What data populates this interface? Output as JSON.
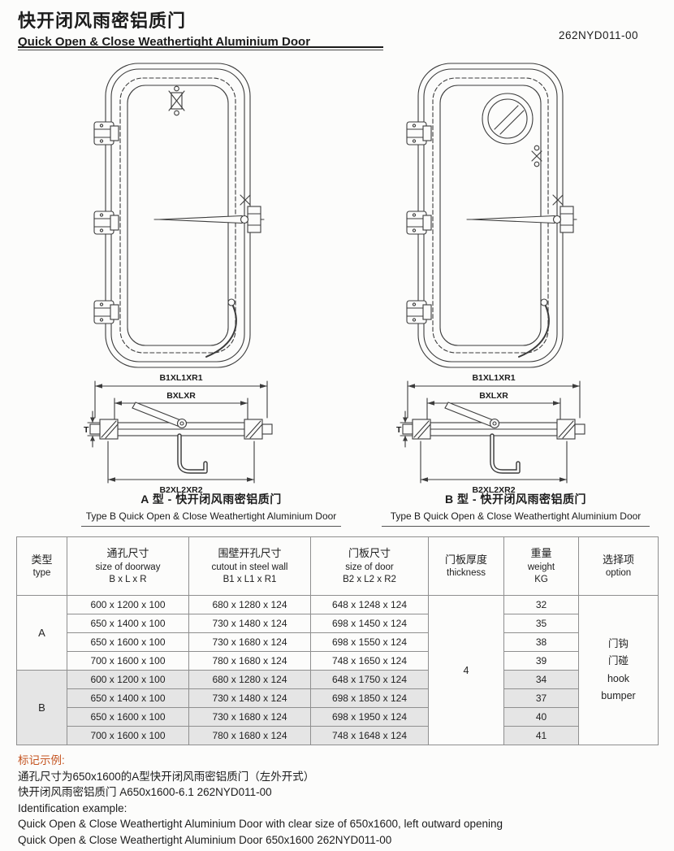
{
  "colors": {
    "note_label": "#c4531f",
    "shaded_row": "#e5e5e5",
    "drawing_line": "#3c3c3c"
  },
  "header": {
    "title_zh": "快开闭风雨密铝质门",
    "title_en": "Quick Open & Close Weathertight Aluminium Door",
    "doc_number": "262NYD011-00"
  },
  "drawing_labels": {
    "dim_outer": "B1XL1XR1",
    "dim_mid": "BXLXR",
    "dim_bottom": "B2XL2XR2",
    "dim_thickness": "T"
  },
  "captions": {
    "left_zh": "A 型 - 快开闭风雨密铝质门",
    "left_en": "Type B Quick Open & Close Weathertight Aluminium Door",
    "right_zh": "B 型 - 快开闭风雨密铝质门",
    "right_en": "Type B Quick Open & Close Weathertight Aluminium Door"
  },
  "table": {
    "headers": {
      "type": [
        "类型",
        "type"
      ],
      "doorway": [
        "通孔尺寸",
        "size of doorway",
        "B x L x R"
      ],
      "cutout": [
        "围壁开孔尺寸",
        "cutout in steel wall",
        "B1 x L1 x R1"
      ],
      "door": [
        "门板尺寸",
        "size of door",
        "B2 x L2 x R2"
      ],
      "thickness": [
        "门板厚度",
        "thickness"
      ],
      "weight": [
        "重量",
        "weight",
        "KG"
      ],
      "option": [
        "选择项",
        "option"
      ]
    },
    "thickness_value": "4",
    "option_lines": [
      "门钩",
      "门碰",
      "hook",
      "bumper"
    ],
    "groups": [
      {
        "type": "A",
        "rows": [
          {
            "doorway": "600 x 1200 x 100",
            "cutout": "680 x 1280 x 124",
            "door": "648 x 1248 x 124",
            "weight": "32"
          },
          {
            "doorway": "650 x 1400 x 100",
            "cutout": "730 x 1480 x 124",
            "door": "698 x 1450 x 124",
            "weight": "35"
          },
          {
            "doorway": "650 x 1600 x 100",
            "cutout": "730 x 1680 x 124",
            "door": "698 x 1550 x 124",
            "weight": "38"
          },
          {
            "doorway": "700 x 1600 x 100",
            "cutout": "780 x 1680 x 124",
            "door": "748 x 1650 x 124",
            "weight": "39"
          }
        ]
      },
      {
        "type": "B",
        "rows": [
          {
            "doorway": "600 x 1200 x 100",
            "cutout": "680 x 1280 x 124",
            "door": "648 x 1750 x 124",
            "weight": "34"
          },
          {
            "doorway": "650 x 1400 x 100",
            "cutout": "730 x 1480 x 124",
            "door": "698 x 1850 x 124",
            "weight": "37"
          },
          {
            "doorway": "650 x 1600 x 100",
            "cutout": "730 x 1680 x 124",
            "door": "698 x 1950 x 124",
            "weight": "40"
          },
          {
            "doorway": "700 x 1600 x 100",
            "cutout": "780 x 1680 x 124",
            "door": "748 x 1648 x 124",
            "weight": "41"
          }
        ]
      }
    ]
  },
  "notes": {
    "label_zh": "标记示例:",
    "zh_lines": [
      "通孔尺寸为650x1600的A型快开闭风雨密铝质门（左外开式）",
      "快开闭风雨密铝质门 A650x1600-6.1 262NYD011-00"
    ],
    "label_en": "Identification example:",
    "en_lines": [
      "Quick Open & Close Weathertight Aluminium Door with clear size of 650x1600, left outward opening",
      "Quick Open & Close Weathertight Aluminium Door 650x1600 262NYD011-00"
    ]
  }
}
